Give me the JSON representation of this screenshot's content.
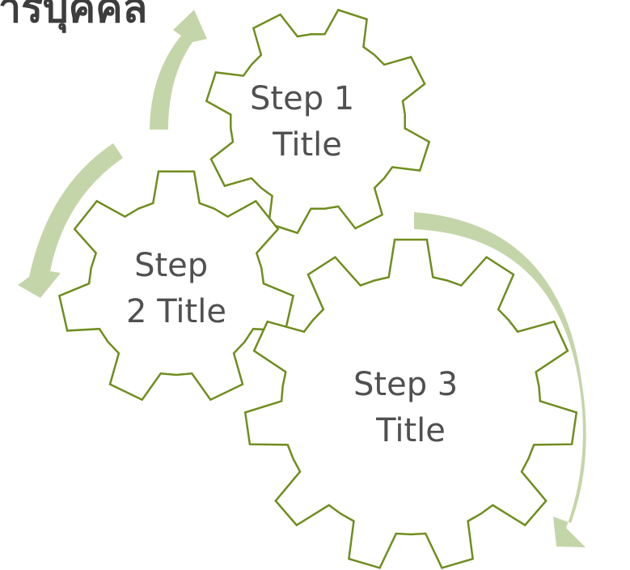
{
  "title": "ารบุคคล",
  "colors": {
    "gear_outline": "#6f8d1e",
    "arrow_fill": "#c5d5aa",
    "text": "#505050",
    "title_text": "#3d3d3d"
  },
  "steps": [
    {
      "lines": [
        "Step 1",
        "Title"
      ]
    },
    {
      "lines": [
        "Step",
        "2 Title"
      ]
    },
    {
      "lines": [
        "Step 3",
        "Title"
      ]
    }
  ]
}
